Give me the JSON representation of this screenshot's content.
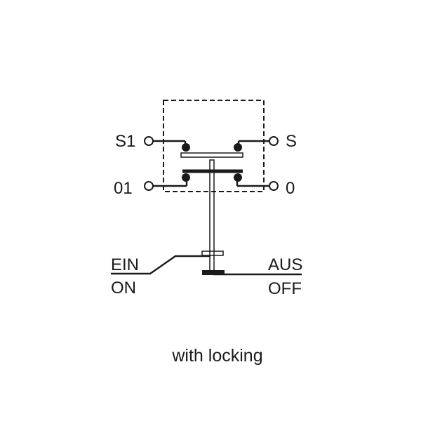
{
  "terminals": {
    "top_left": "S1",
    "top_right": "S",
    "bottom_left": "01",
    "bottom_right": "0"
  },
  "positions": {
    "on_de": "EIN",
    "on_en": "ON",
    "off_de": "AUS",
    "off_en": "OFF"
  },
  "caption": "with locking"
}
